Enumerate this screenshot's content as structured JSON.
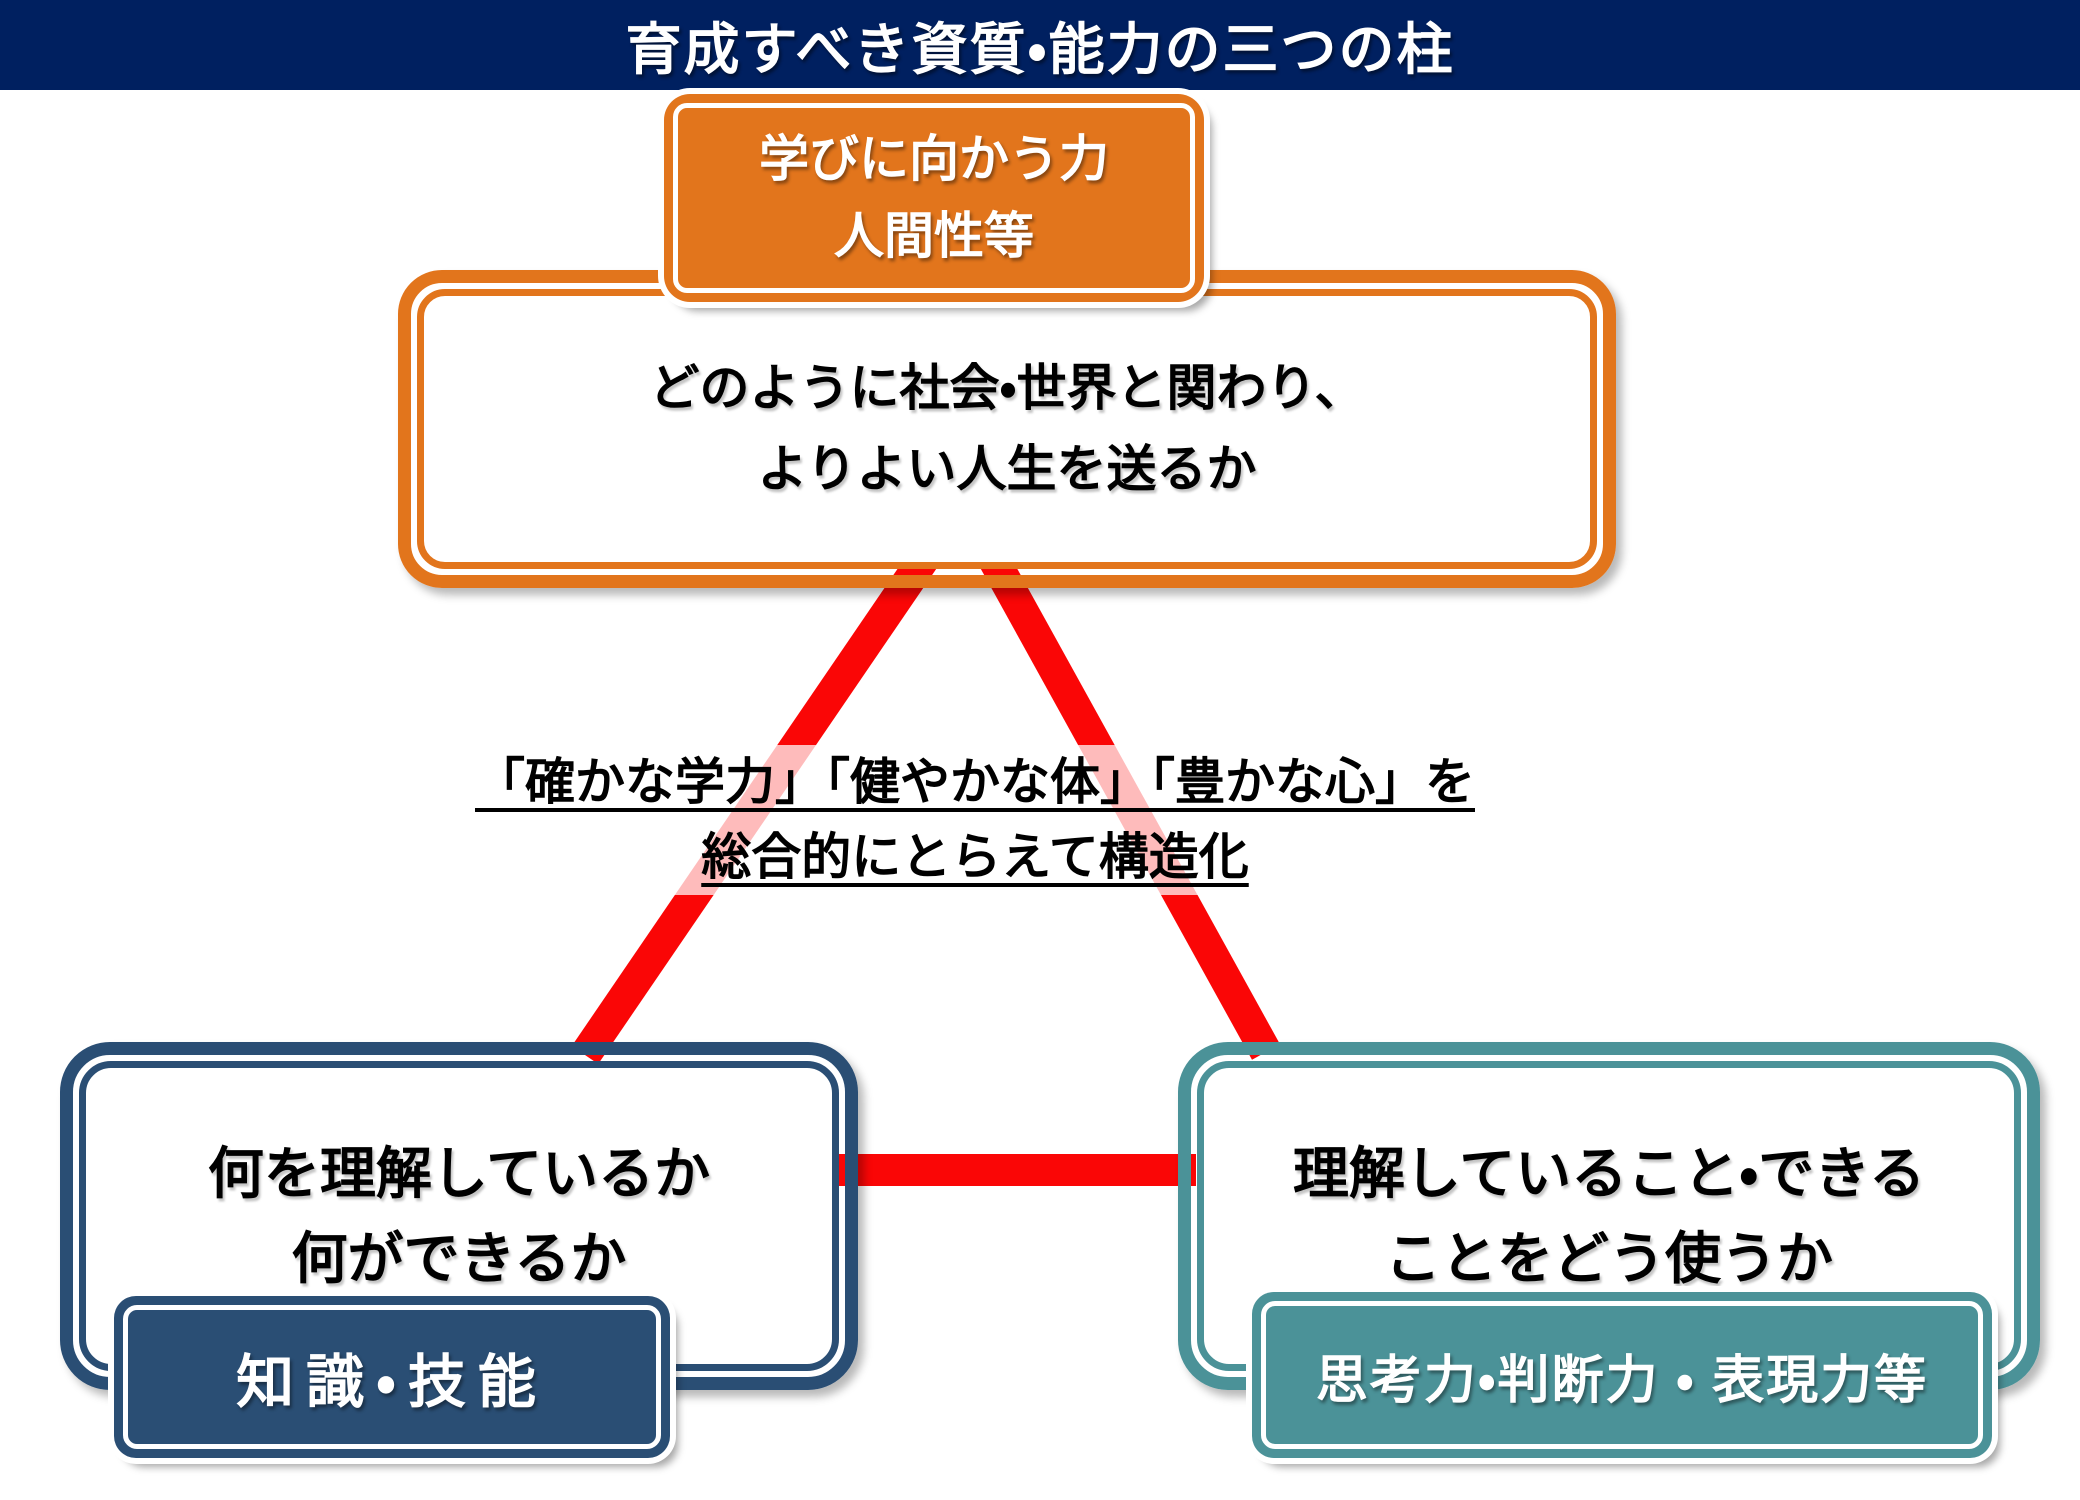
{
  "title": "育成すべき資質・能力の三つの柱",
  "colors": {
    "header_navy": "#002060",
    "orange": "#e2751c",
    "navy_blue": "#2a4e74",
    "teal": "#4b9298",
    "red": "#fa0606",
    "note_panel": "rgba(255,255,255,0.73)",
    "text_black": "#000000",
    "white": "#ffffff"
  },
  "top_pillar": {
    "badge_line1": "学びに向かう力",
    "badge_line2": "人間性等",
    "question_line1": "どのように社会・世界と関わり、",
    "question_line2": "よりよい人生を送るか"
  },
  "center_note": {
    "line1": "「確かな学力」「健やかな体」「豊かな心」を",
    "line2": "総合的にとらえて構造化"
  },
  "left_pillar": {
    "question_line1": "何を理解しているか",
    "question_line2": "何ができるか",
    "badge_label": "知識・技能"
  },
  "right_pillar": {
    "question_line1": "理解していること・できる",
    "question_line2": "ことをどう使うか",
    "badge_label": "思考力・判断力 ・ 表現力等"
  }
}
